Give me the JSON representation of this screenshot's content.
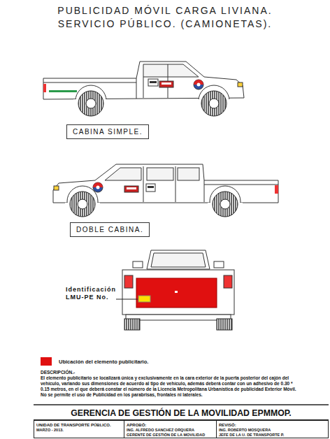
{
  "diagram": {
    "title": "PUBLICIDAD MÓVIL CARGA LIVIANA. SERVICIO PÚBLICO. (CAMIONETAS).",
    "nodes": [
      {
        "text": [
          "CABINA SIMPLE."
        ]
      },
      {
        "text": [
          "DOBLE CABINA."
        ]
      },
      {
        "text": [
          "GERENCIA DE GESTIÓN DE LA MOVILIDAD EPMMOP."
        ]
      },
      {
        "text": [
          "UNIDAD DE TRANSPORTE PÚBLICO.",
          "MARZO - 2013."
        ]
      },
      {
        "text": [
          "APROBÓ:",
          "ING. ALFREDO SANCHEZ ORQUERA",
          "GERENTE DE GESTIÓN DE LA MOVILIDAD"
        ]
      },
      {
        "text": [
          "REVISÓ:",
          "ING. ROBERTO MOSQUERA",
          "JEFE DE LA U. DE TRANSPORTE P."
        ]
      }
    ],
    "labels": [
      "Identificación LMU-PE No.",
      "DESCRIPCIÓN.-",
      "El elemento publicitario se localizará única y exclusivamente en la cara exterior de la puerta posterior del cajón del vehículo, variando sus dimensiones de acuerdo al tipo de vehículo, además deberá contar con un adhesivo de 0.30 * 0.15 metros, en el que deberá constar el número de la Licencia Metropolitana Urbanística de publicidad Exterior Móvil. No se permite el uso de Publicidad en los parabrisas, frontales ni laterales."
    ],
    "legend": [
      {
        "text": "Ubicación del elemento publicitario.",
        "color": "#e01010"
      }
    ]
  }
}
